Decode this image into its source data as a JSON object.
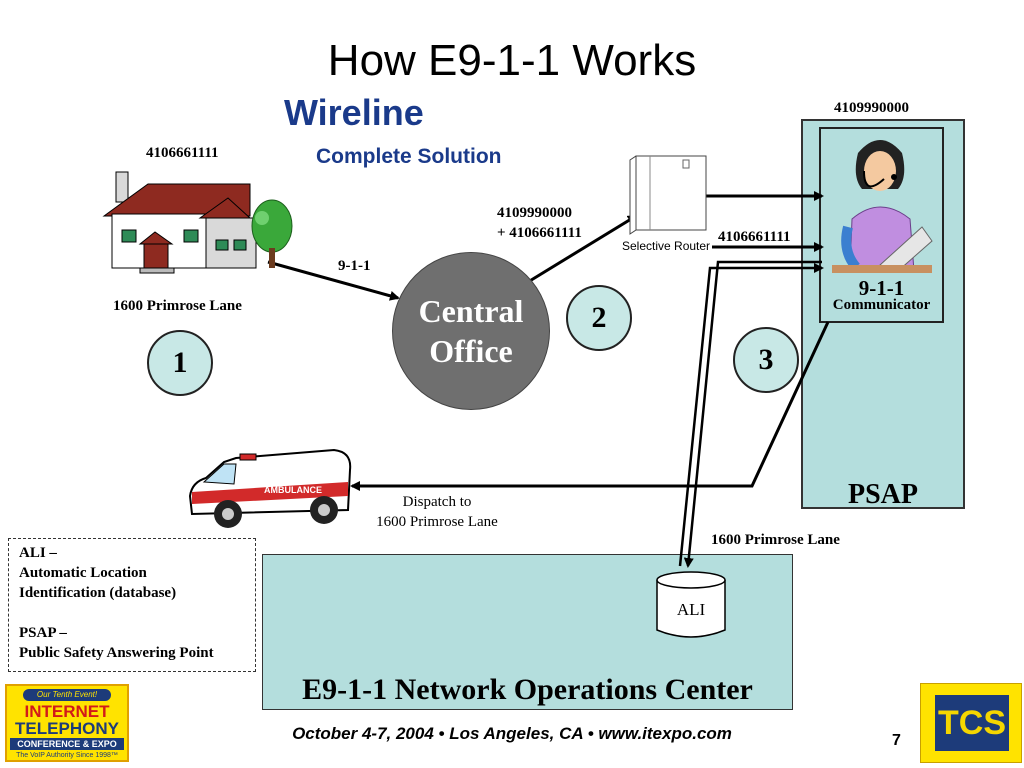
{
  "title": "How E9-1-1 Works",
  "subtitle": "Wireline",
  "subtitle2": "Complete Solution",
  "house": {
    "number": "4106661111",
    "address": "1600 Primrose Lane"
  },
  "call_label": "9-1-1",
  "central_office": {
    "line1": "Central",
    "line2": "Office"
  },
  "steps": [
    "1",
    "2",
    "3"
  ],
  "router": {
    "label": "Selective Router",
    "routing_line1": "4109990000",
    "routing_line2": "+ 4106661111"
  },
  "psap": {
    "number": "4109990000",
    "ani": "4106661111",
    "communicator_line1": "9-1-1",
    "communicator_line2": "Communicator",
    "label": "PSAP"
  },
  "dispatch": {
    "line1": "Dispatch to",
    "line2": "1600 Primrose Lane"
  },
  "ambulance_text": "AMBULANCE",
  "ali_response": "1600 Primrose Lane",
  "ali_db": "ALI",
  "noc_label": "E9-1-1 Network Operations Center",
  "legend": {
    "ali_term": "ALI –",
    "ali_def1": "Automatic Location",
    "ali_def2": "Identification (database)",
    "psap_term": "PSAP –",
    "psap_def": "Public Safety Answering Point"
  },
  "footer": "October 4-7, 2004 • Los Angeles, CA • www.itexpo.com",
  "page_number": "7",
  "logo_left": {
    "tagline": "Our Tenth Event!",
    "line1": "INTERNET",
    "line2": "TELEPHONY",
    "line3": "CONFERENCE & EXPO",
    "line4": "The VoIP Authority Since 1998™"
  },
  "logo_right": "TCS",
  "colors": {
    "heading_blue": "#1a3a8a",
    "panel_teal": "#b4dedd",
    "office_gray": "#6f6f6f",
    "logo_yellow": "#ffe300",
    "logo_navy": "#1d3b7a"
  }
}
